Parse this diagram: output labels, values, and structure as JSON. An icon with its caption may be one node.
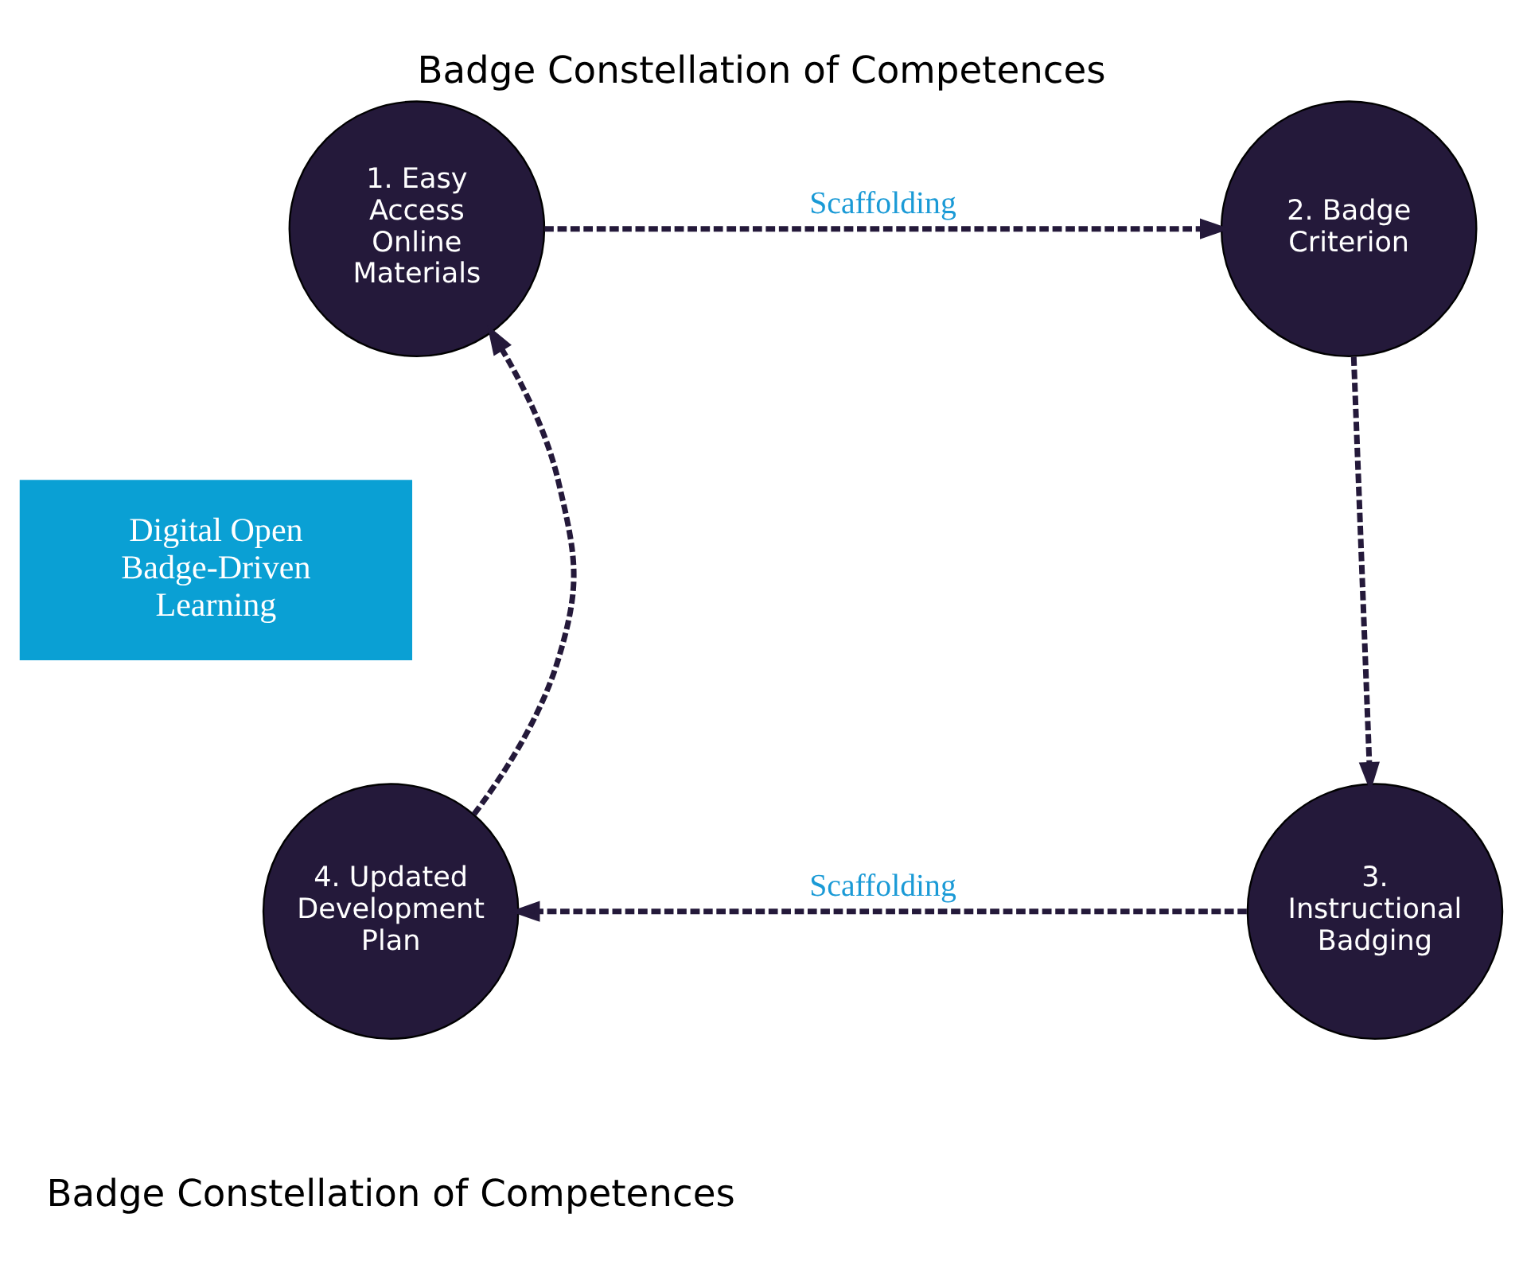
{
  "diagram": {
    "title": "Badge Constellation of Competences",
    "caption": "Badge Constellation of Competences",
    "nodes": [
      {
        "text": [
          "1. Easy Access Online Materials"
        ]
      },
      {
        "text": [
          "2. Badge Criterion"
        ]
      },
      {
        "text": [
          "3. Instructional Badging"
        ]
      },
      {
        "text": [
          "4. Updated Development Plan"
        ]
      },
      {
        "text": [
          "Digital Open Badge-Driven Learning"
        ]
      }
    ],
    "edges": [
      {
        "from": 0,
        "to": 1,
        "arrow": "to",
        "style": "dashed",
        "label": "Scaffolding"
      },
      {
        "from": 1,
        "to": 2,
        "arrow": "to",
        "style": "dashed"
      },
      {
        "from": 2,
        "to": 3,
        "arrow": "to",
        "style": "dashed",
        "label": "Scaffolding"
      },
      {
        "from": 3,
        "to": 0,
        "arrow": "to",
        "style": "dashed"
      }
    ]
  }
}
